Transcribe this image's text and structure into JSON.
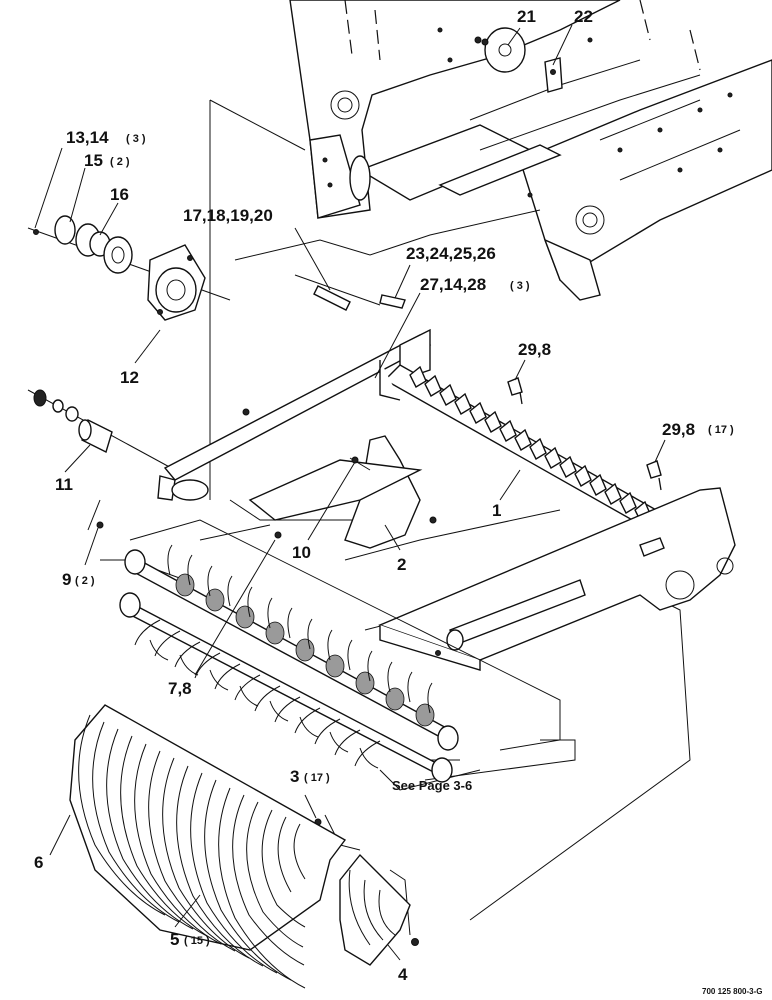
{
  "callouts": {
    "c21": "21",
    "c22": "22",
    "c13_14": "13,14",
    "c13_14_qty": "( 3 )",
    "c15": "15",
    "c15_qty": "( 2 )",
    "c16": "16",
    "c17_20": "17,18,19,20",
    "c23_26": "23,24,25,26",
    "c27_28": "27,14,28",
    "c27_28_qty": "( 3 )",
    "c29_8": "29,8",
    "c29_8b": "29,8",
    "c29_8b_qty": "( 17 )",
    "c12": "12",
    "c11": "11",
    "c1": "1",
    "c2": "2",
    "c10": "10",
    "c9": "9",
    "c9_qty": "( 2 )",
    "c7_8": "7,8",
    "c3": "3",
    "c3_qty": "( 17 )",
    "c6": "6",
    "c5": "5",
    "c5_qty": "( 15 )",
    "c4": "4"
  },
  "see_page": "See Page 3-6",
  "figure_code": "700 125 800-3-G"
}
